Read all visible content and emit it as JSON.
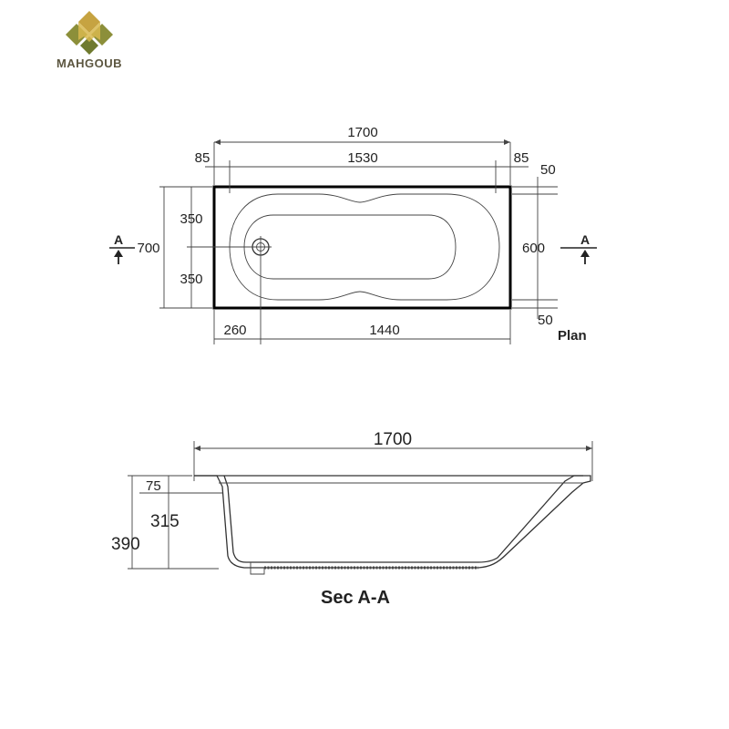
{
  "brand": {
    "name": "MAHGOUB",
    "colors": {
      "gold": "#c6a341",
      "olive": "#6f7a2e",
      "text": "#5c5640"
    }
  },
  "plan": {
    "title": "Plan",
    "overall_length": "1700",
    "end_left": "85",
    "inner_length": "1530",
    "end_right": "85",
    "rim_top": "50",
    "rim_bottom": "50",
    "overall_width": "700",
    "half_top": "350",
    "half_bottom": "350",
    "inner_width": "600",
    "drain_offset": "260",
    "drain_to_end": "1440",
    "section_marker": "A"
  },
  "section": {
    "title": "Sec  A-A",
    "overall_length": "1700",
    "rim_height": "75",
    "inner_depth": "315",
    "overall_height": "390"
  }
}
